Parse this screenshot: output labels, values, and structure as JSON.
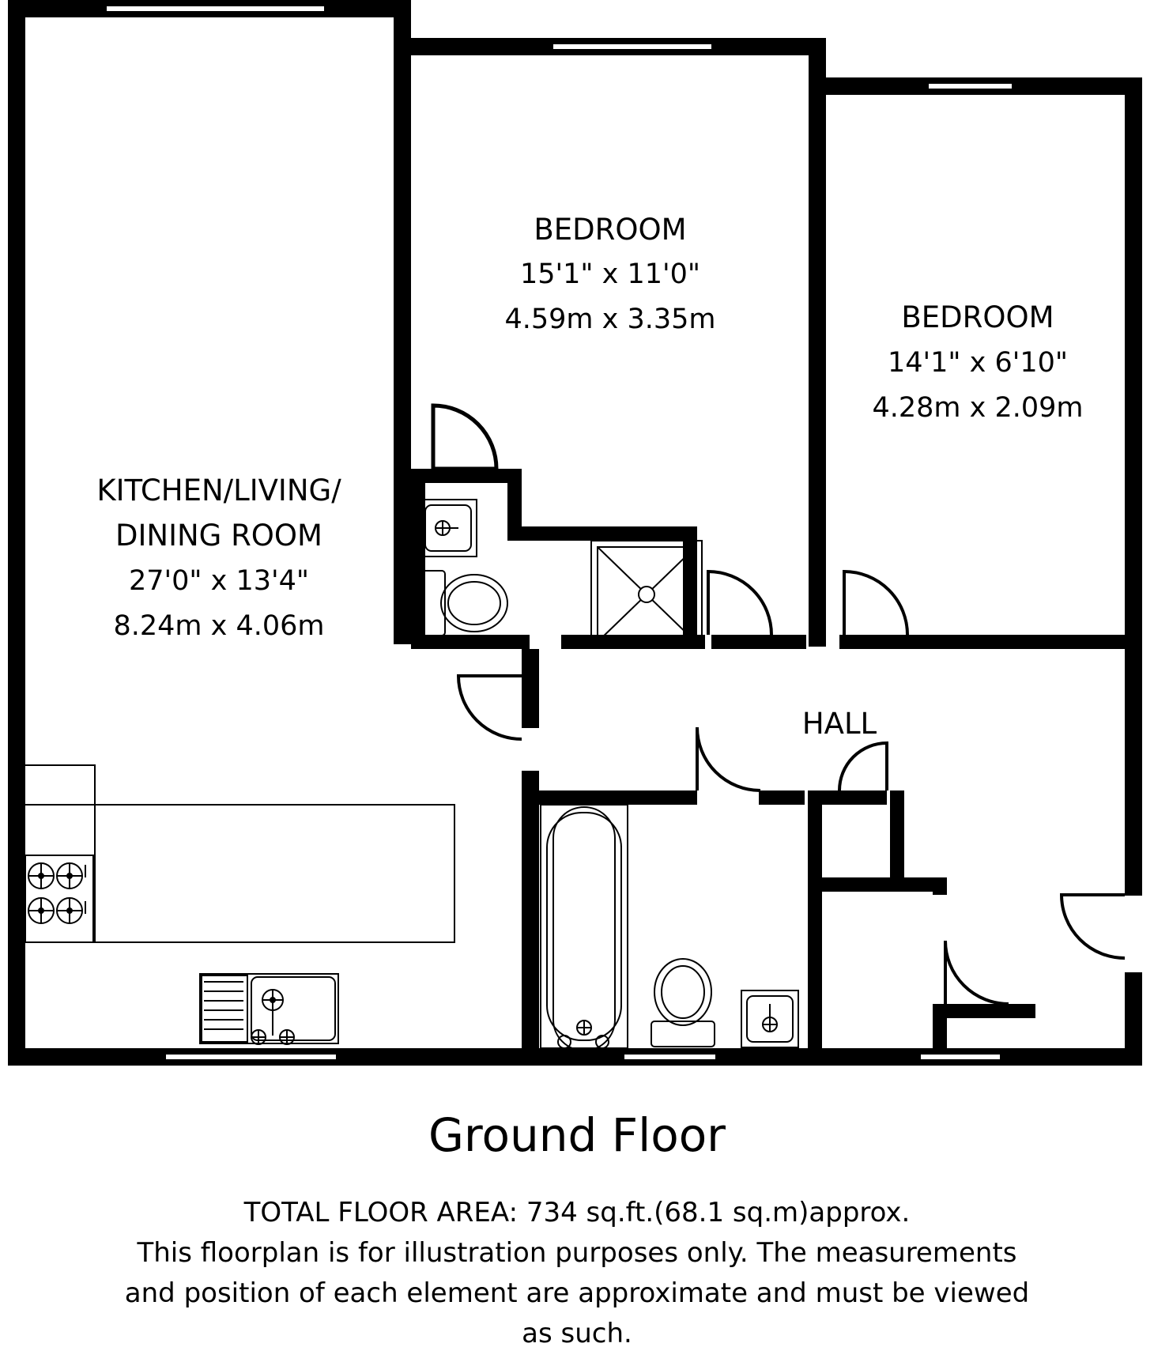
{
  "title": "Ground Floor",
  "rooms": [
    {
      "id": "kitchen-living-dining",
      "name_line1": "KITCHEN/LIVING/",
      "name_line2": "DINING ROOM",
      "dim_imperial": "27'0\" x 13'4\"",
      "dim_metric": "8.24m x 4.06m"
    },
    {
      "id": "bedroom-1",
      "name_line1": "BEDROOM",
      "name_line2": "",
      "dim_imperial": "15'1\" x 11'0\"",
      "dim_metric": "4.59m x 3.35m"
    },
    {
      "id": "bedroom-2",
      "name_line1": "BEDROOM",
      "name_line2": "",
      "dim_imperial": "14'1\" x 6'10\"",
      "dim_metric": "4.28m x 2.09m"
    },
    {
      "id": "hall",
      "name_line1": "HALL",
      "name_line2": "",
      "dim_imperial": "",
      "dim_metric": ""
    }
  ],
  "footer": {
    "line1": "TOTAL FLOOR AREA: 734 sq.ft.(68.1 sq.m)approx.",
    "line2": "This floorplan is for illustration purposes only. The measurements",
    "line3": "and position of each element are approximate and must be viewed",
    "line4": "as such."
  },
  "fixtures": [
    {
      "name": "hob-icon"
    },
    {
      "name": "sink-icon"
    },
    {
      "name": "bathtub-icon"
    },
    {
      "name": "toilet-icon"
    },
    {
      "name": "washbasin-icon"
    },
    {
      "name": "shower-tray-icon"
    },
    {
      "name": "ensuite-toilet-icon"
    },
    {
      "name": "ensuite-washbasin-icon"
    }
  ],
  "colors": {
    "wall": "#000000",
    "fixture_line": "#000000",
    "background": "#ffffff"
  }
}
